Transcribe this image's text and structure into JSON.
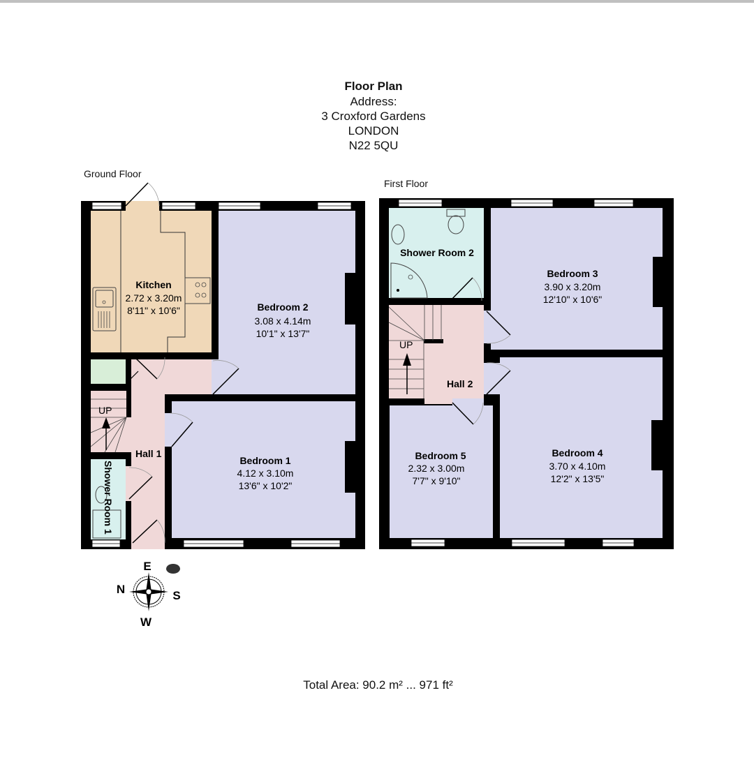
{
  "header": {
    "title": "Floor Plan",
    "address_label": "Address:",
    "address_line1": "3 Croxford Gardens",
    "address_line2": "LONDON",
    "address_line3": "N22 5QU"
  },
  "floors": {
    "ground": {
      "label": "Ground Floor",
      "rooms": {
        "kitchen": {
          "name": "Kitchen",
          "metric": "2.72 x 3.20m",
          "imperial": "8'11\" x 10'6\""
        },
        "bedroom2": {
          "name": "Bedroom 2",
          "metric": "3.08 x 4.14m",
          "imperial": "10'1\" x 13'7\""
        },
        "bedroom1": {
          "name": "Bedroom 1",
          "metric": "4.12 x 3.10m",
          "imperial": "13'6\" x 10'2\""
        },
        "hall1": {
          "name": "Hall 1"
        },
        "shower1": {
          "name": "Shower Room 1"
        },
        "stairs": {
          "label": "UP"
        }
      }
    },
    "first": {
      "label": "First Floor",
      "rooms": {
        "shower2": {
          "name": "Shower Room 2"
        },
        "bedroom3": {
          "name": "Bedroom 3",
          "metric": "3.90 x 3.20m",
          "imperial": "12'10\" x 10'6\""
        },
        "hall2": {
          "name": "Hall 2"
        },
        "bedroom5": {
          "name": "Bedroom 5",
          "metric": "2.32 x 3.00m",
          "imperial": "7'7\" x 9'10\""
        },
        "bedroom4": {
          "name": "Bedroom 4",
          "metric": "3.70 x 4.10m",
          "imperial": "12'2\" x 13'5\""
        },
        "stairs": {
          "label": "UP"
        }
      }
    }
  },
  "compass": {
    "north": "N",
    "east": "E",
    "south": "S",
    "west": "W"
  },
  "footer": {
    "total_area": "Total Area: 90.2 m² ... 971 ft²"
  },
  "colors": {
    "kitchen": "#f0d8b8",
    "bedroom": "#d8d8ee",
    "hall": "#f0d8d8",
    "shower": "#d8f0ee",
    "cupboard": "#d8eed8",
    "wall": "#000000"
  }
}
